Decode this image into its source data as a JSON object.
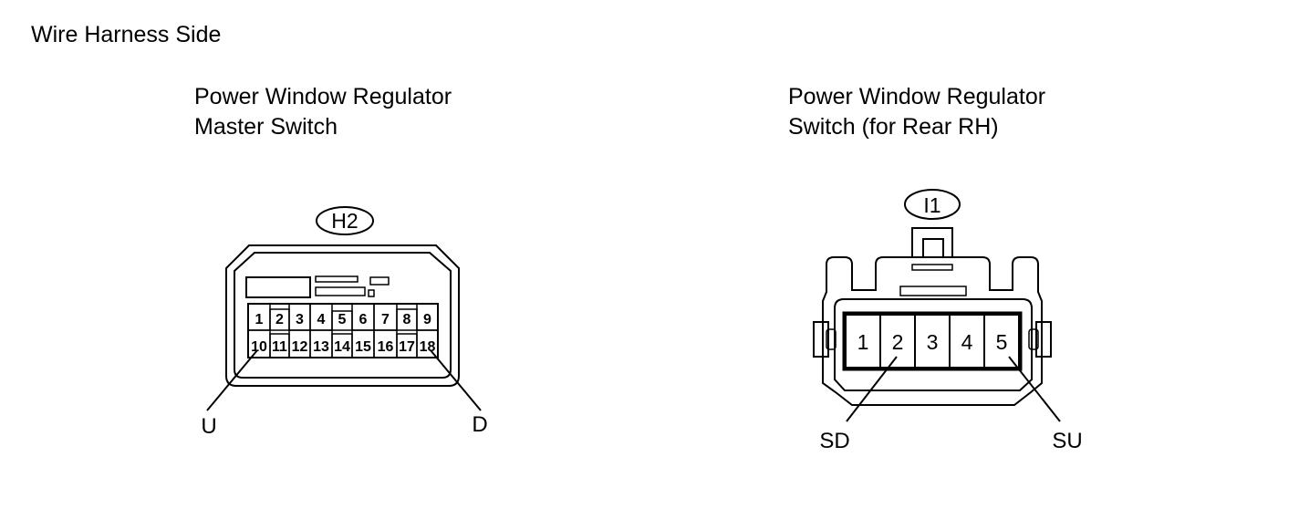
{
  "header": {
    "title": "Wire Harness Side"
  },
  "left_connector": {
    "title_line1": "Power Window Regulator",
    "title_line2": "Master Switch",
    "code": "H2",
    "top_pins": [
      "1",
      "2",
      "3",
      "4",
      "5",
      "6",
      "7",
      "8",
      "9"
    ],
    "bottom_pins": [
      "10",
      "11",
      "12",
      "13",
      "14",
      "15",
      "16",
      "17",
      "18"
    ],
    "callout_left": "U",
    "callout_right": "D"
  },
  "right_connector": {
    "title_line1": "Power Window Regulator",
    "title_line2": "Switch (for Rear RH)",
    "code": "I1",
    "pins": [
      "1",
      "2",
      "3",
      "4",
      "5"
    ],
    "callout_left": "SD",
    "callout_right": "SU"
  }
}
